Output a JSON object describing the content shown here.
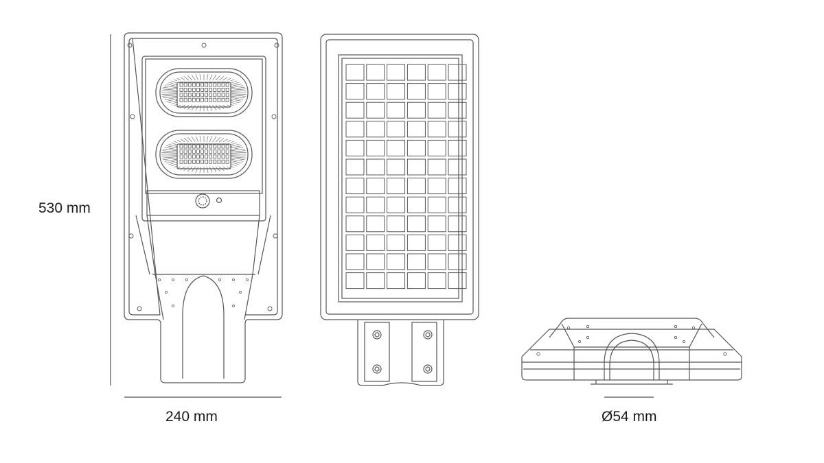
{
  "dimensions": {
    "height": "530 mm",
    "width": "240 mm",
    "mount_diameter": "Ø54 mm"
  },
  "colors": {
    "line": "#555555",
    "background": "#ffffff",
    "text": "#1a1a1a"
  }
}
